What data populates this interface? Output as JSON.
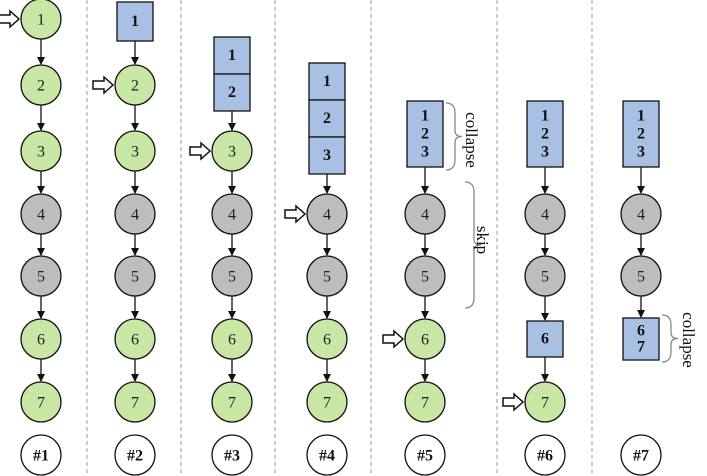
{
  "colors": {
    "active_node": "#c8e6a4",
    "skipped_node": "#bdbdbd",
    "box_fill": "#a7c0e3",
    "stroke": "#111111",
    "divider": "#9a9a9a"
  },
  "icons": {
    "pointer": "pointer-arrow-icon",
    "brace": "brace-icon"
  },
  "panels": [
    {
      "step": "#1",
      "boxes": [],
      "nodes": [
        {
          "label": "1",
          "state": "active"
        },
        {
          "label": "2",
          "state": "active"
        },
        {
          "label": "3",
          "state": "active"
        },
        {
          "label": "4",
          "state": "skipped"
        },
        {
          "label": "5",
          "state": "skipped"
        },
        {
          "label": "6",
          "state": "active"
        },
        {
          "label": "7",
          "state": "active"
        }
      ],
      "pointer_at": "1"
    },
    {
      "step": "#2",
      "boxes": [
        {
          "lines": [
            "1"
          ]
        }
      ],
      "nodes": [
        {
          "label": "2",
          "state": "active"
        },
        {
          "label": "3",
          "state": "active"
        },
        {
          "label": "4",
          "state": "skipped"
        },
        {
          "label": "5",
          "state": "skipped"
        },
        {
          "label": "6",
          "state": "active"
        },
        {
          "label": "7",
          "state": "active"
        }
      ],
      "pointer_at": "2"
    },
    {
      "step": "#3",
      "boxes": [
        {
          "lines": [
            "1"
          ]
        },
        {
          "lines": [
            "2"
          ]
        }
      ],
      "nodes": [
        {
          "label": "3",
          "state": "active"
        },
        {
          "label": "4",
          "state": "skipped"
        },
        {
          "label": "5",
          "state": "skipped"
        },
        {
          "label": "6",
          "state": "active"
        },
        {
          "label": "7",
          "state": "active"
        }
      ],
      "pointer_at": "3"
    },
    {
      "step": "#4",
      "boxes": [
        {
          "lines": [
            "1"
          ]
        },
        {
          "lines": [
            "2"
          ]
        },
        {
          "lines": [
            "3"
          ]
        }
      ],
      "nodes": [
        {
          "label": "4",
          "state": "skipped"
        },
        {
          "label": "5",
          "state": "skipped"
        },
        {
          "label": "6",
          "state": "active"
        },
        {
          "label": "7",
          "state": "active"
        }
      ],
      "pointer_at": "4"
    },
    {
      "step": "#5",
      "boxes": [
        {
          "lines": [
            "1",
            "2",
            "3"
          ]
        }
      ],
      "nodes": [
        {
          "label": "4",
          "state": "skipped"
        },
        {
          "label": "5",
          "state": "skipped"
        },
        {
          "label": "6",
          "state": "active"
        },
        {
          "label": "7",
          "state": "active"
        }
      ],
      "pointer_at": "6",
      "annotations": [
        {
          "text": "collapse",
          "target": "box-0"
        },
        {
          "text": "skip",
          "target": "nodes-4-5"
        }
      ]
    },
    {
      "step": "#6",
      "boxes": [
        {
          "lines": [
            "1",
            "2",
            "3"
          ]
        }
      ],
      "nodes": [
        {
          "label": "4",
          "state": "skipped"
        },
        {
          "label": "5",
          "state": "skipped"
        },
        {
          "box": true,
          "lines": [
            "6"
          ]
        },
        {
          "label": "7",
          "state": "active"
        }
      ],
      "pointer_at": "7"
    },
    {
      "step": "#7",
      "boxes": [
        {
          "lines": [
            "1",
            "2",
            "3"
          ]
        }
      ],
      "nodes": [
        {
          "label": "4",
          "state": "skipped"
        },
        {
          "label": "5",
          "state": "skipped"
        },
        {
          "box": true,
          "lines": [
            "6",
            "7"
          ]
        }
      ],
      "pointer_at": null,
      "annotations": [
        {
          "text": "collapse",
          "target": "box-67"
        }
      ]
    }
  ]
}
